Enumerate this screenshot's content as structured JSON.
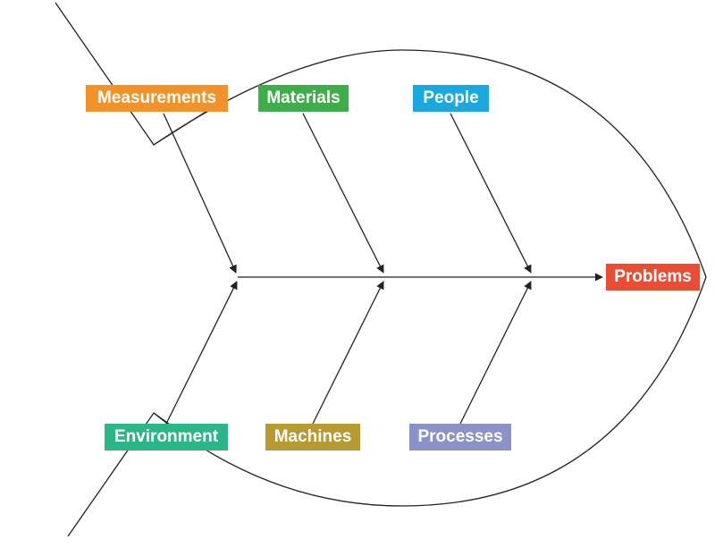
{
  "diagram": {
    "type": "fishbone",
    "effect": {
      "label": "Problems",
      "color": "#e94e35"
    },
    "causes": [
      {
        "id": "measurements",
        "label": "Measurements",
        "color": "#f4922a"
      },
      {
        "id": "materials",
        "label": "Materials",
        "color": "#3dae49"
      },
      {
        "id": "people",
        "label": "People",
        "color": "#1aa9df"
      },
      {
        "id": "environment",
        "label": "Environment",
        "color": "#2db58a"
      },
      {
        "id": "machines",
        "label": "Machines",
        "color": "#b89a32"
      },
      {
        "id": "processes",
        "label": "Processes",
        "color": "#8a92c9"
      }
    ],
    "line_color": "#222222"
  }
}
